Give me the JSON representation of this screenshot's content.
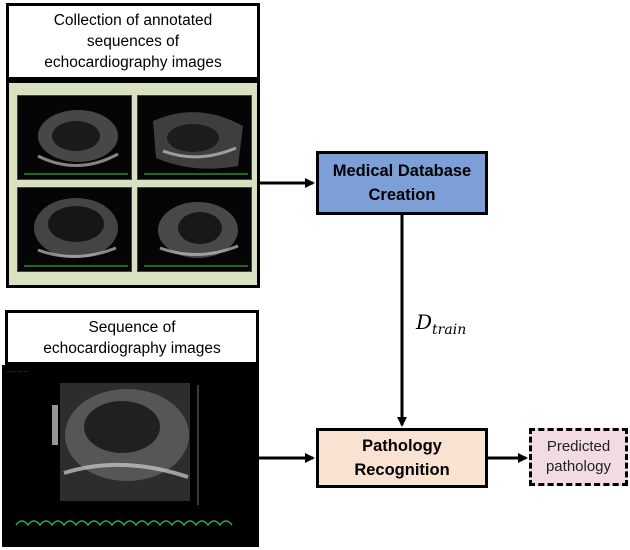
{
  "collection": {
    "caption": [
      "Collection of annotated",
      "sequences of",
      "echocardiography images"
    ]
  },
  "sequence": {
    "caption": [
      "Sequence of",
      "echocardiography images"
    ]
  },
  "nodes": {
    "database": [
      "Medical Database",
      "Creation"
    ],
    "recognition": [
      "Pathology",
      "Recognition"
    ],
    "prediction": [
      "Predicted",
      "pathology"
    ]
  },
  "edge_label": {
    "main": "D",
    "subscript": "train"
  },
  "colors": {
    "database_fill": "#7b9fd6",
    "recognition_fill": "#f9e2d2",
    "prediction_fill": "#f2dce2",
    "collection_panel_fill": "#d8e2c0"
  }
}
